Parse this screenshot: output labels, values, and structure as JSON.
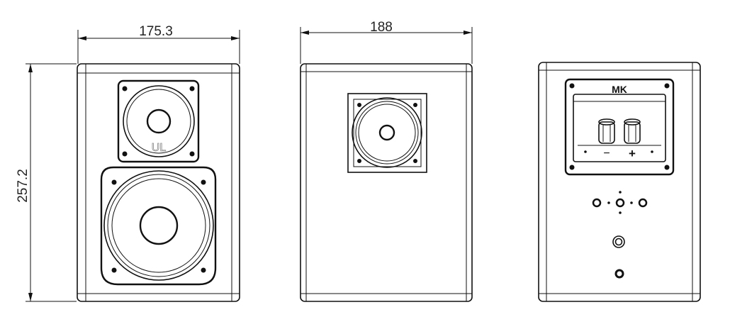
{
  "dimensions": {
    "front_width": "175.3",
    "side_depth": "188",
    "front_height": "257.2"
  },
  "views": {
    "front": {
      "tweeter_mark": "UL"
    },
    "rear": {
      "logo": "MK",
      "minus_label": "−",
      "plus_label": "+"
    }
  },
  "colors": {
    "line": "#111111",
    "background": "#ffffff"
  }
}
